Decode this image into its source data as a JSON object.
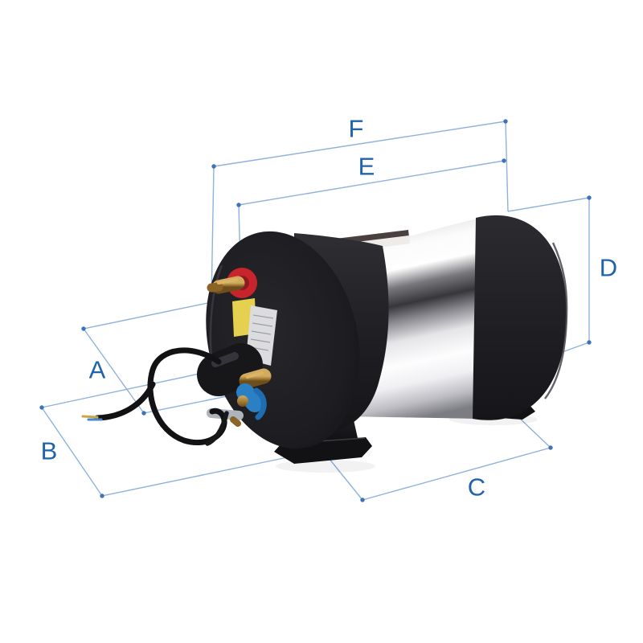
{
  "dimensions": {
    "a": "A",
    "b": "B",
    "c": "C",
    "d": "D",
    "e": "E",
    "f": "F"
  },
  "colors": {
    "background": "#ffffff",
    "dimension_line": "#8fb2dc",
    "dimension_endpoint_dot": "#3e74b7",
    "dimension_label": "#1e63ac",
    "insulation_cap_black": "#1f1f23",
    "steel_body_silver": "#e8e8ea",
    "safety_cap_red": "#c8242b",
    "warning_label_yellow": "#e5d14f",
    "rating_label_gray": "#dcdcdf",
    "fitting_brass": "#a27c36",
    "relief_valve_blue": "#2b80c4",
    "drain_fitting_chrome": "#c3c9d0",
    "power_cable_black": "#121214"
  }
}
